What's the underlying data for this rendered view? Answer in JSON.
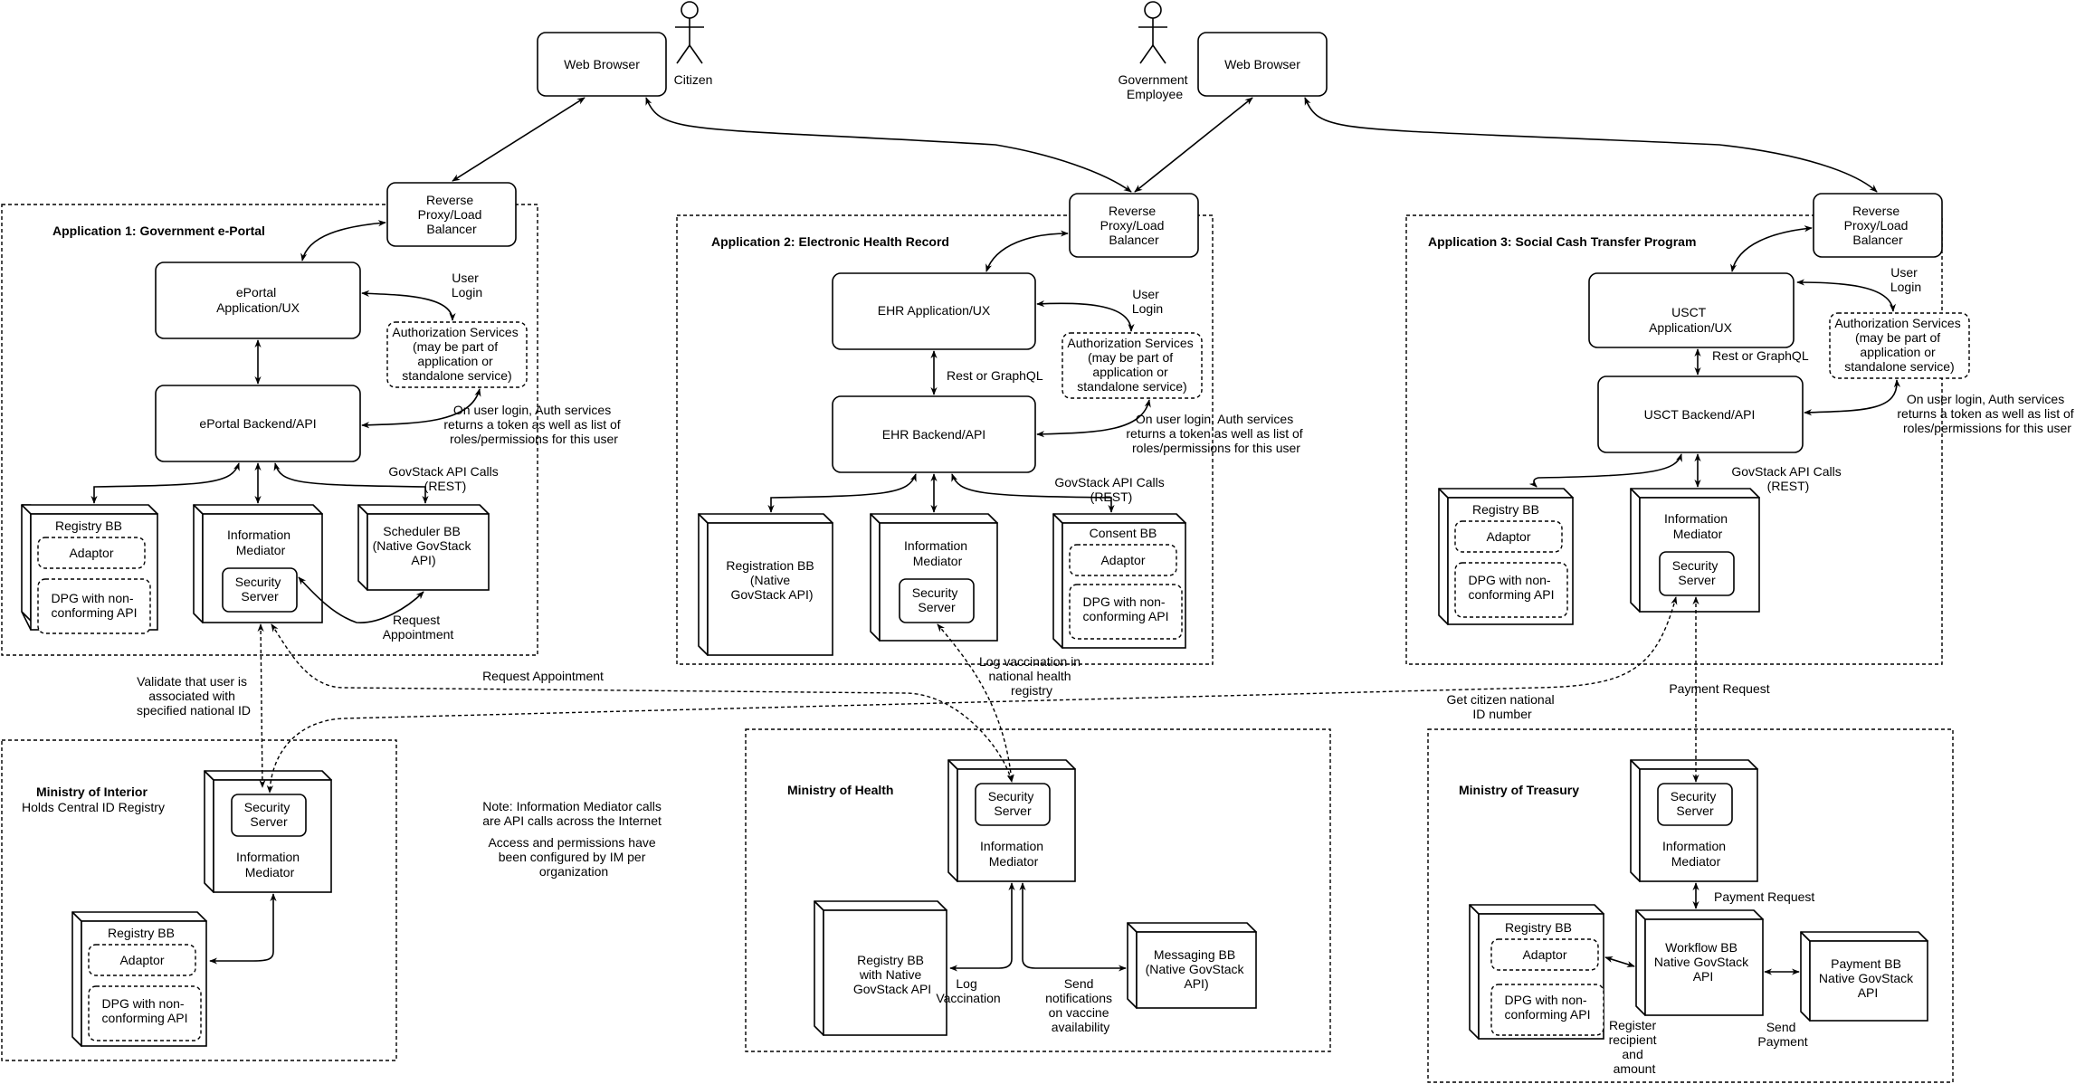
{
  "actors": {
    "citizen": "Citizen",
    "government_employee": [
      "Government",
      "Employee"
    ]
  },
  "browsers": {
    "citizen_browser": "Web Browser",
    "employee_browser": "Web Browser"
  },
  "proxy_label": [
    "Reverse",
    "Proxy/Load",
    "Balancer"
  ],
  "app1": {
    "title": "Application 1: Government e-Portal",
    "ux": [
      "ePortal",
      "Application/UX"
    ],
    "backend": "ePortal Backend/API",
    "user_login": [
      "User",
      "Login"
    ],
    "auth": [
      "Authorization Services",
      "(may be part of",
      "application or",
      "standalone service)"
    ],
    "auth_note": [
      "On user login, Auth services",
      "returns a token as well as list of",
      "roles/permissions for this user"
    ],
    "govstack_calls": [
      "GovStack API Calls",
      "(REST)"
    ],
    "registry": "Registry BB",
    "adaptor": "Adaptor",
    "dpg": [
      "DPG with non-",
      "conforming API"
    ],
    "im": [
      "Information",
      "Mediator"
    ],
    "security": [
      "Security",
      "Server"
    ],
    "scheduler": [
      "Scheduler BB",
      "(Native GovStack",
      "API)"
    ],
    "request_appt": [
      "Request",
      "Appointment"
    ]
  },
  "app2": {
    "title": "Application 2: Electronic Health Record",
    "ux": "EHR Application/UX",
    "backend": "EHR Backend/API",
    "rest": "Rest or GraphQL",
    "user_login": [
      "User",
      "Login"
    ],
    "auth": [
      "Authorization Services",
      "(may be part of",
      "application or",
      "standalone service)"
    ],
    "auth_note": [
      "On user login, Auth services",
      "returns a token as well as list of",
      "roles/permissions for this user"
    ],
    "govstack_calls": [
      "GovStack API Calls",
      "(REST)"
    ],
    "registration": [
      "Registration BB",
      "(Native",
      "GovStack API)"
    ],
    "im": [
      "Information",
      "Mediator"
    ],
    "security": [
      "Security",
      "Server"
    ],
    "consent": "Consent BB",
    "adaptor": "Adaptor",
    "dpg": [
      "DPG with non-",
      "conforming API"
    ]
  },
  "app3": {
    "title": "Application 3: Social Cash Transfer Program",
    "ux": [
      "USCT",
      "Application/UX"
    ],
    "backend": "USCT Backend/API",
    "rest": "Rest or GraphQL",
    "user_login": [
      "User",
      "Login"
    ],
    "auth": [
      "Authorization Services",
      "(may be part of",
      "application or",
      "standalone service)"
    ],
    "auth_note": [
      "On user login, Auth services",
      "returns a token as well as list of",
      "roles/permissions for this user"
    ],
    "govstack_calls": [
      "GovStack API Calls",
      "(REST)"
    ],
    "registry": "Registry BB",
    "adaptor": "Adaptor",
    "dpg": [
      "DPG with non-",
      "conforming API"
    ],
    "im": [
      "Information",
      "Mediator"
    ],
    "security": [
      "Security",
      "Server"
    ]
  },
  "cross": {
    "validate": [
      "Validate that user is",
      "associated with",
      "specified national ID"
    ],
    "request_appt": "Request Appointment",
    "log_vacc": [
      "Log vaccination in",
      "national health",
      "registry"
    ],
    "get_id": [
      "Get citizen national",
      "ID number"
    ],
    "payment_req": "Payment Request"
  },
  "note": [
    "Note: Information Mediator calls",
    "are API calls across the Internet",
    "",
    "Access and permissions have",
    "been configured by IM per",
    "organization"
  ],
  "interior": {
    "title": "Ministry of Interior",
    "subtitle": "Holds Central ID Registry",
    "security": [
      "Security",
      "Server"
    ],
    "im": [
      "Information",
      "Mediator"
    ],
    "registry": "Registry BB",
    "adaptor": "Adaptor",
    "dpg": [
      "DPG with non-",
      "conforming API"
    ]
  },
  "health": {
    "title": "Ministry of Health",
    "security": [
      "Security",
      "Server"
    ],
    "im": [
      "Information",
      "Mediator"
    ],
    "registry": [
      "Registry BB",
      "with Native",
      "GovStack API"
    ],
    "messaging": [
      "Messaging BB",
      "(Native GovStack",
      "API)"
    ],
    "log_vacc": [
      "Log",
      "Vaccination"
    ],
    "send_notif": [
      "Send",
      "notifications",
      "on vaccine",
      "availability"
    ]
  },
  "treasury": {
    "title": "Ministry of Treasury",
    "security": [
      "Security",
      "Server"
    ],
    "im": [
      "Information",
      "Mediator"
    ],
    "payment_req": "Payment Request",
    "registry": "Registry BB",
    "adaptor": "Adaptor",
    "dpg": [
      "DPG with non-",
      "conforming API"
    ],
    "workflow": [
      "Workflow BB",
      "Native GovStack",
      "API"
    ],
    "payment": [
      "Payment BB",
      "Native GovStack",
      "API"
    ],
    "register": [
      "Register",
      "recipient",
      "and",
      "amount"
    ],
    "send_payment": [
      "Send",
      "Payment"
    ]
  }
}
